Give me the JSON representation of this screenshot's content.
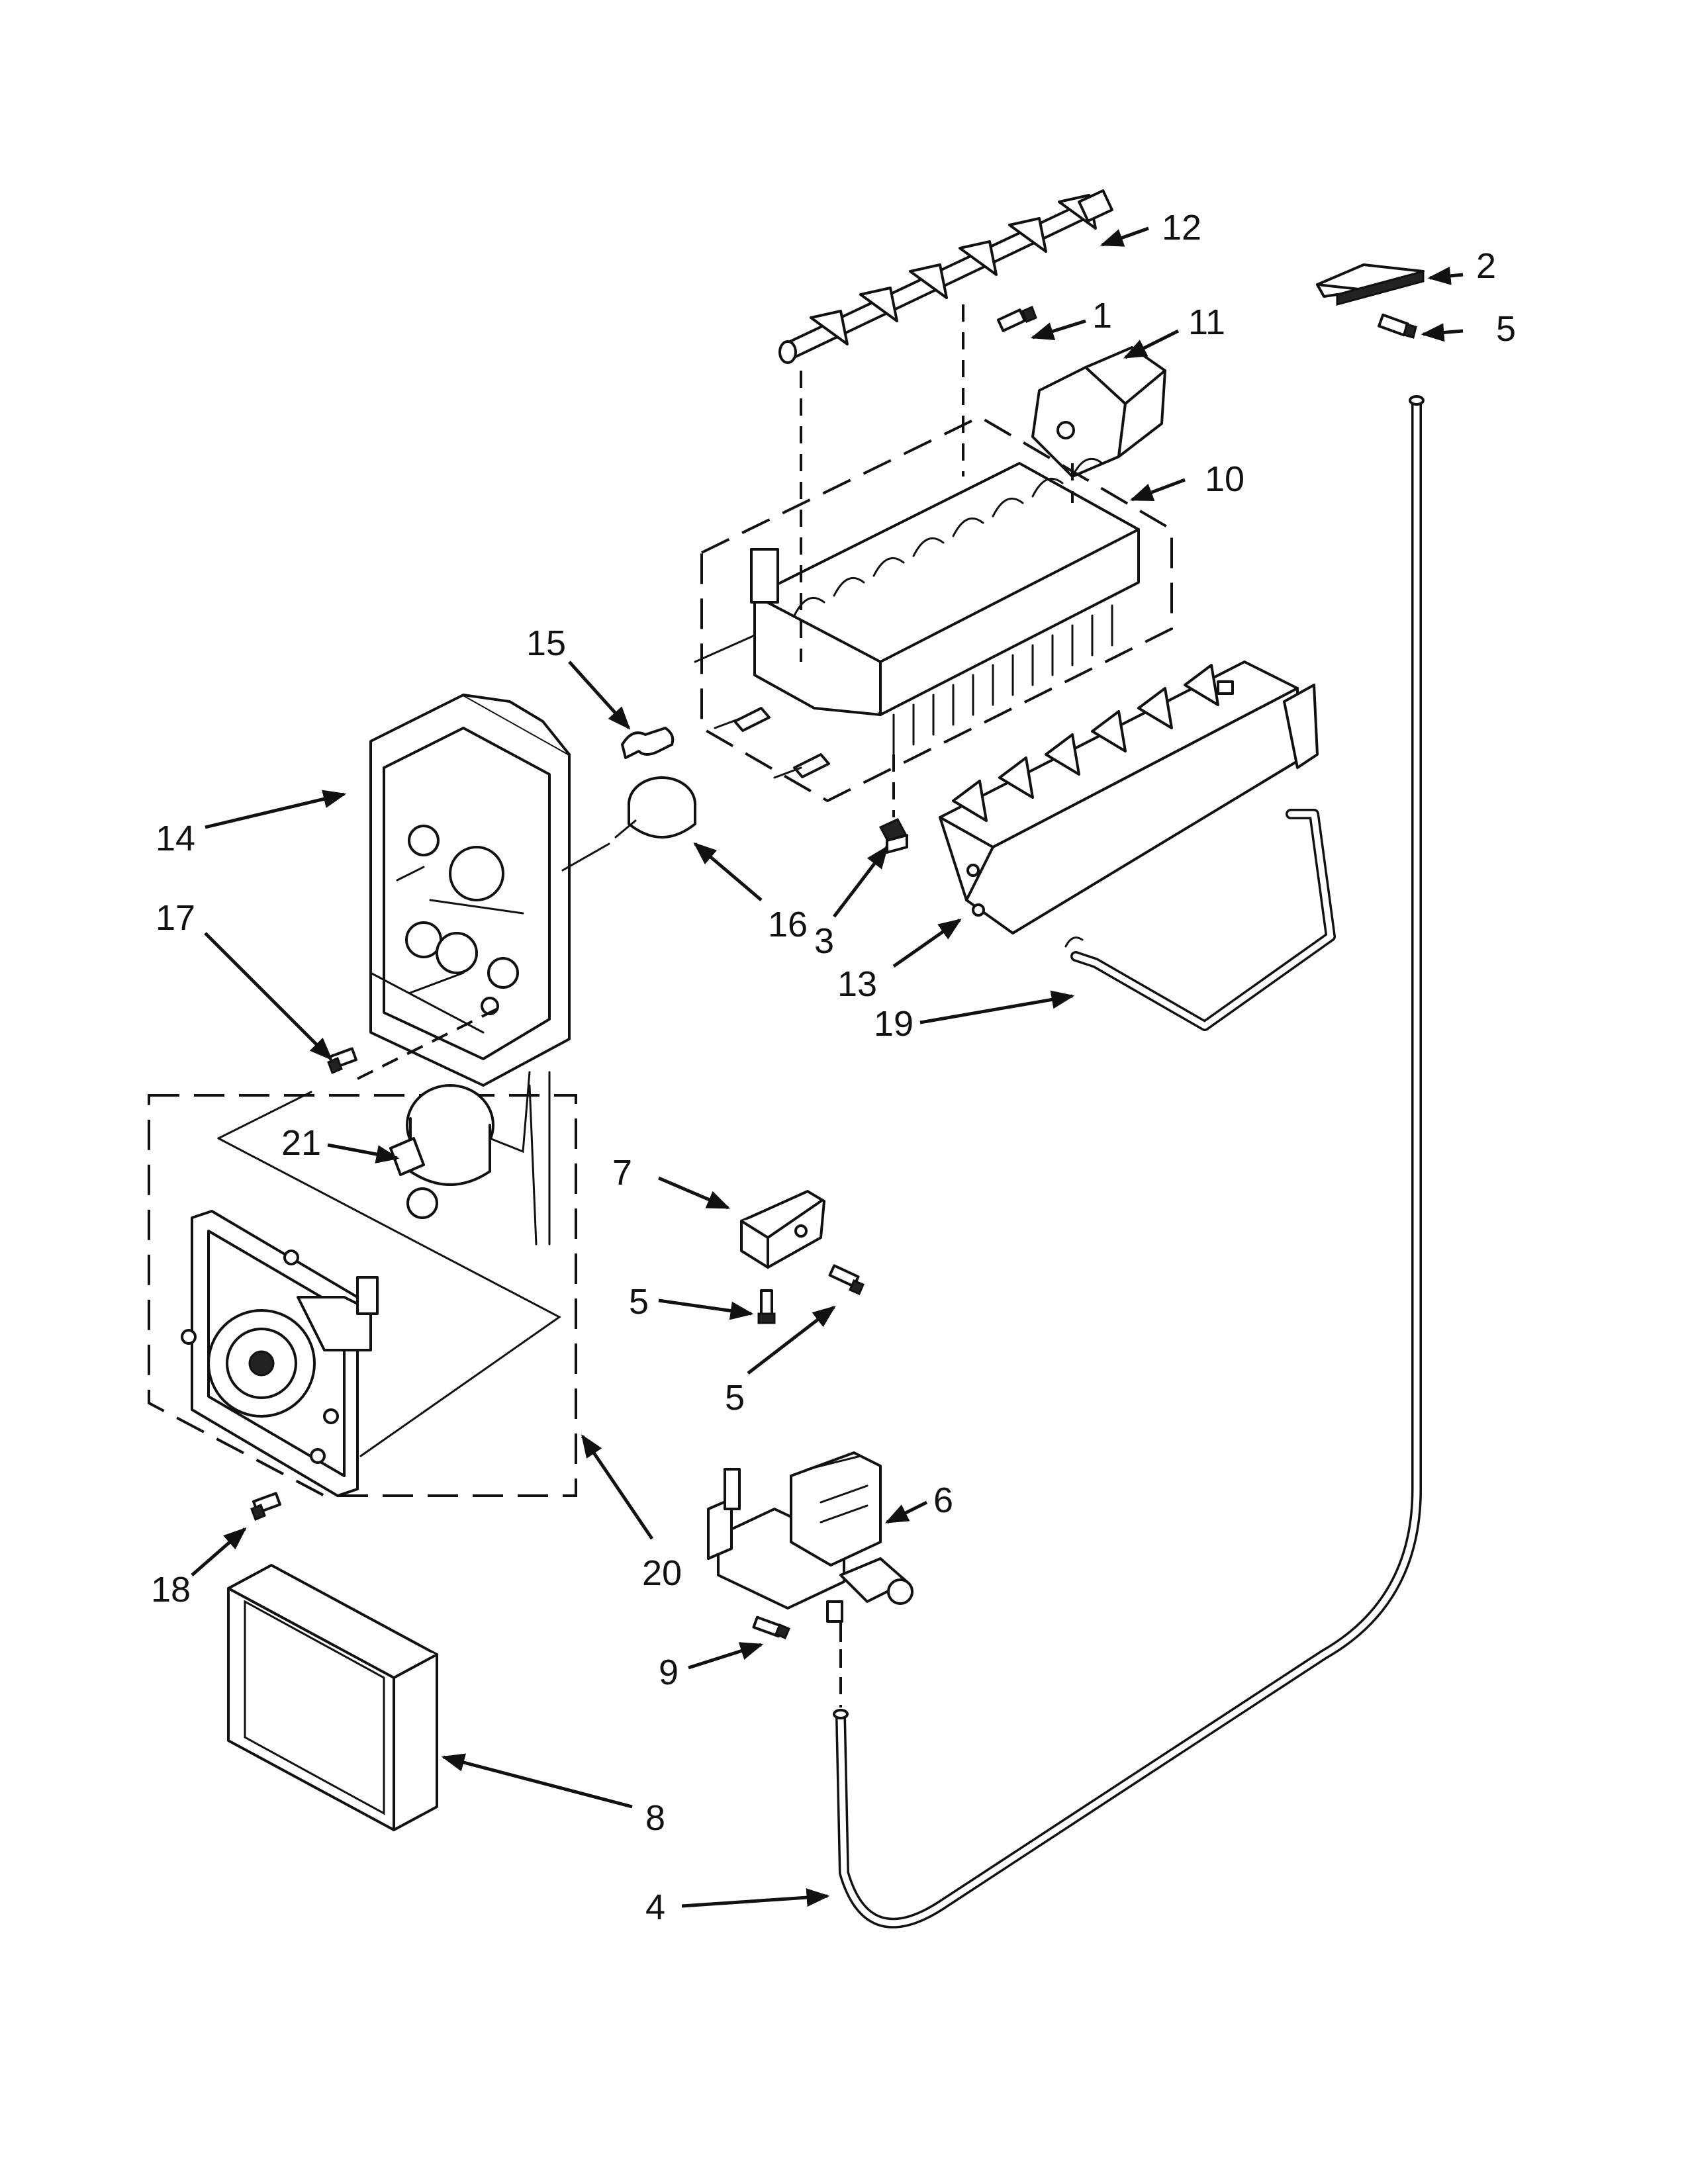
{
  "callouts": [
    {
      "id": "c1",
      "label": "1"
    },
    {
      "id": "c2",
      "label": "2"
    },
    {
      "id": "c3",
      "label": "3"
    },
    {
      "id": "c4",
      "label": "4"
    },
    {
      "id": "c5a",
      "label": "5"
    },
    {
      "id": "c5b",
      "label": "5"
    },
    {
      "id": "c5c",
      "label": "5"
    },
    {
      "id": "c6",
      "label": "6"
    },
    {
      "id": "c7",
      "label": "7"
    },
    {
      "id": "c8",
      "label": "8"
    },
    {
      "id": "c9",
      "label": "9"
    },
    {
      "id": "c10",
      "label": "10"
    },
    {
      "id": "c11",
      "label": "11"
    },
    {
      "id": "c12",
      "label": "12"
    },
    {
      "id": "c13",
      "label": "13"
    },
    {
      "id": "c14",
      "label": "14"
    },
    {
      "id": "c15",
      "label": "15"
    },
    {
      "id": "c16",
      "label": "16"
    },
    {
      "id": "c17",
      "label": "17"
    },
    {
      "id": "c18",
      "label": "18"
    },
    {
      "id": "c19",
      "label": "19"
    },
    {
      "id": "c20",
      "label": "20"
    },
    {
      "id": "c21",
      "label": "21"
    }
  ],
  "colors": {
    "line": "#111111",
    "background": "#ffffff"
  }
}
